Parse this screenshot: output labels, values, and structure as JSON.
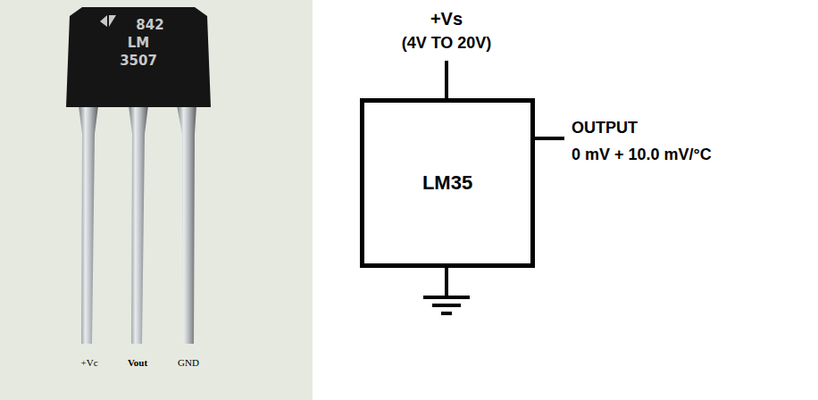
{
  "diagram": {
    "nodes": [
      {
        "text": [
          "842",
          "LM",
          "3507"
        ]
      },
      {
        "text": [
          "LM35"
        ]
      }
    ],
    "labels": [
      "+Vc",
      "Vout",
      "GND",
      "+Vs",
      "(4V TO 20V)",
      "OUTPUT",
      "0 mV + 10.0 mV/°C"
    ]
  }
}
